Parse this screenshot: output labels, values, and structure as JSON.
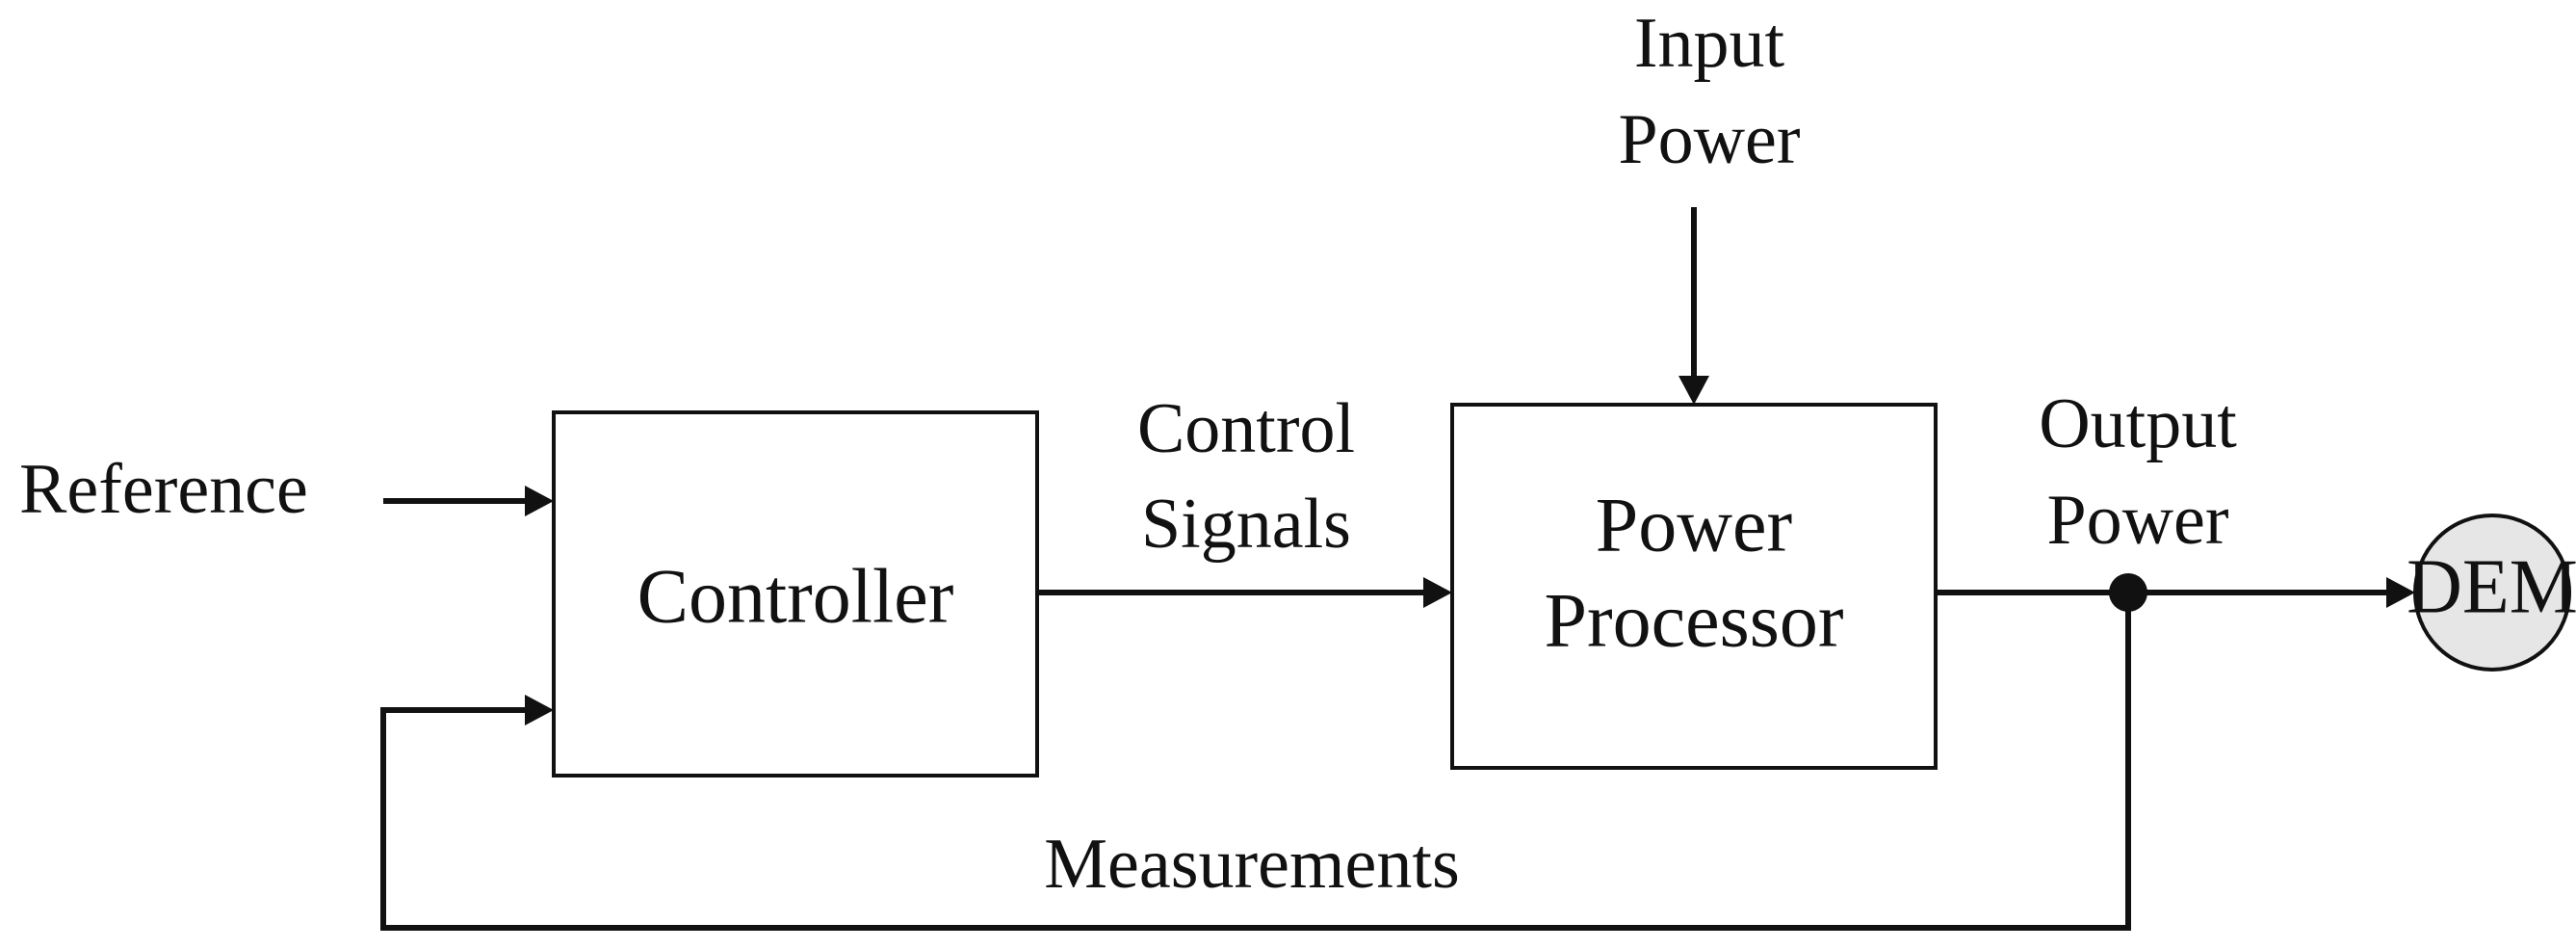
{
  "nodes": {
    "controller": {
      "label": "Controller"
    },
    "power_processor": {
      "line1": "Power",
      "line2": "Processor"
    },
    "dem": {
      "label": "DEM",
      "fill": "#e6e6e6"
    }
  },
  "edges": {
    "reference": {
      "label": "Reference"
    },
    "control_signals": {
      "line1": "Control",
      "line2": "Signals"
    },
    "input_power": {
      "line1": "Input",
      "line2": "Power"
    },
    "output_power": {
      "line1": "Output",
      "line2": "Power"
    },
    "measurements": {
      "label": "Measurements"
    }
  },
  "colors": {
    "stroke": "#111111",
    "background": "#ffffff"
  }
}
